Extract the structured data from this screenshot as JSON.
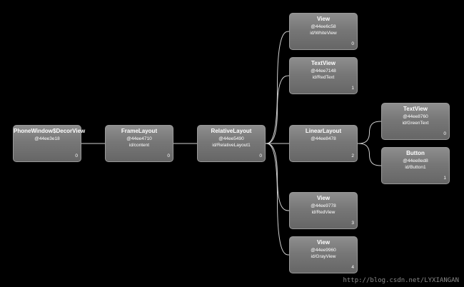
{
  "nodes": {
    "decor": {
      "title": "PhoneWindow$DecorView",
      "addr": "@44ee3e18",
      "nid": "",
      "index": "0"
    },
    "frame": {
      "title": "FrameLayout",
      "addr": "@44ee4710",
      "nid": "id/content",
      "index": "0"
    },
    "relative": {
      "title": "RelativeLayout",
      "addr": "@44ee5490",
      "nid": "id/RelativeLayout1",
      "index": "0"
    },
    "white_view": {
      "title": "View",
      "addr": "@44ee6c58",
      "nid": "id/WhiteView",
      "index": "0"
    },
    "red_text": {
      "title": "TextView",
      "addr": "@44ee7148",
      "nid": "id/RedText",
      "index": "1"
    },
    "linear": {
      "title": "LinearLayout",
      "addr": "@44ee8478",
      "nid": "",
      "index": "2"
    },
    "green_text": {
      "title": "TextView",
      "addr": "@44ee8760",
      "nid": "id/GreenText",
      "index": "0"
    },
    "button1": {
      "title": "Button",
      "addr": "@44ee8ed8",
      "nid": "id/Button1",
      "index": "1"
    },
    "red_view": {
      "title": "View",
      "addr": "@44ee9778",
      "nid": "id/RedView",
      "index": "3"
    },
    "gray_view": {
      "title": "View",
      "addr": "@44ee9960",
      "nid": "id/GrayView",
      "index": "4"
    }
  },
  "edges": [
    [
      "decor",
      "frame"
    ],
    [
      "frame",
      "relative"
    ],
    [
      "relative",
      "white_view"
    ],
    [
      "relative",
      "red_text"
    ],
    [
      "relative",
      "linear"
    ],
    [
      "relative",
      "red_view"
    ],
    [
      "relative",
      "gray_view"
    ],
    [
      "linear",
      "green_text"
    ],
    [
      "linear",
      "button1"
    ]
  ],
  "watermark": "http://blog.csdn.net/LYXIANGAN",
  "colors": {
    "background": "#000000",
    "node_fill": "#777777",
    "node_border": "#9a9a9a",
    "edge": "#d0d0d0",
    "text": "#ffffff"
  }
}
